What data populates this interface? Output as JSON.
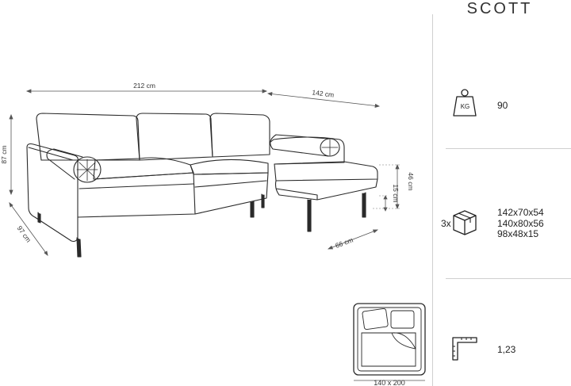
{
  "title": "SCOTT",
  "dimensions": {
    "width_total": "212 cm",
    "chaise_length": "142 cm",
    "height": "87 cm",
    "depth": "97 cm",
    "chaise_depth": "66 cm",
    "seat_height": "46 cm",
    "leg_height": "15 cm"
  },
  "specs": {
    "weight_unit": "KG",
    "weight_value": "90",
    "package_count": "3x",
    "packages": [
      "142x70x54",
      "140x80x56",
      "98x48x15"
    ],
    "volume_value": "1,23"
  },
  "bed": {
    "size": "140 x 200"
  }
}
